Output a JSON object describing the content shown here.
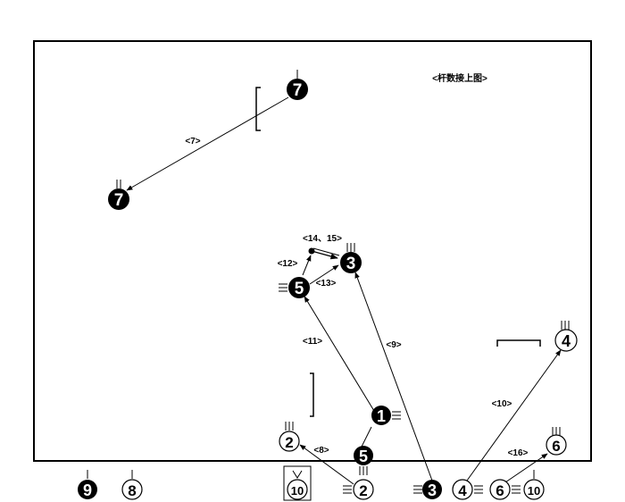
{
  "title": "<杆数接上图>",
  "labels": [
    "<7>",
    "<14、15>",
    "<12>",
    "<13>",
    "<11>",
    "<9>",
    "<10>",
    "<8>",
    "<16>"
  ],
  "markers": [
    "7",
    "7",
    "3",
    "5",
    "4",
    "1",
    "2",
    "5",
    "6",
    "9",
    "8",
    "10",
    "2",
    "3",
    "4",
    "6",
    "10"
  ],
  "colors": {
    "line": "#000000",
    "background": "#ffffff"
  }
}
